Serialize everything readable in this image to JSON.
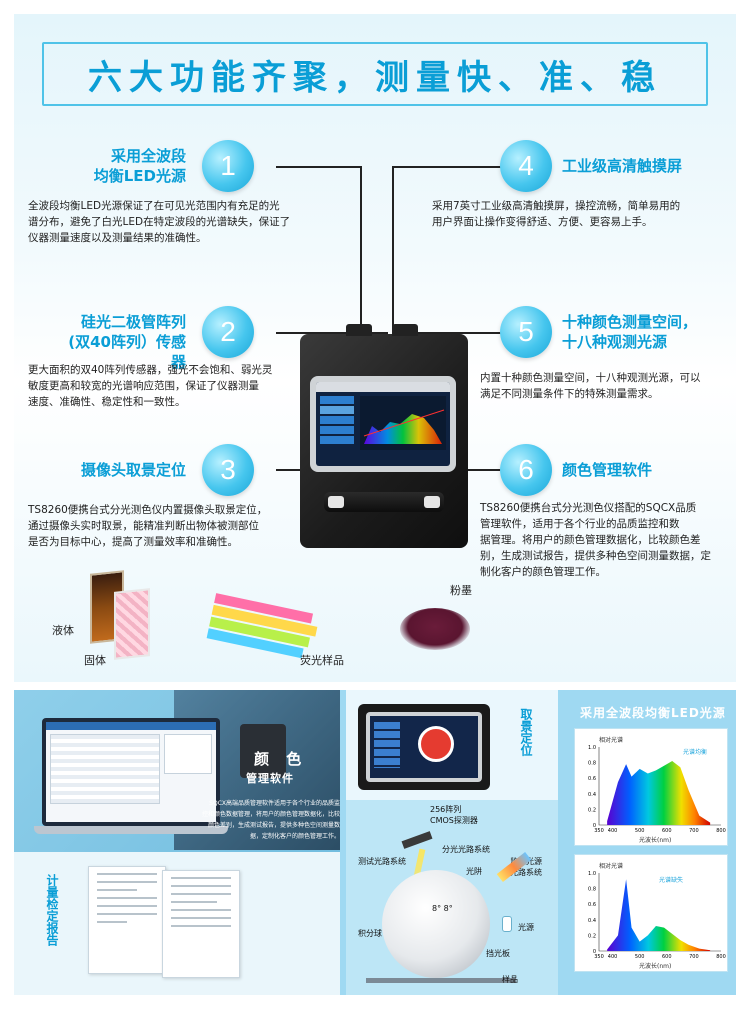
{
  "header": {
    "title": "六大功能齐聚，测量快、准、稳"
  },
  "features": [
    {
      "num": "1",
      "title_l1": "采用全波段",
      "title_l2": "均衡LED光源",
      "desc": [
        "全波段均衡LED光源保证了在可见光范围内有充足的光",
        "谱分布，避免了白光LED在特定波段的光谱缺失，保证了",
        "仪器测量速度以及测量结果的准确性。"
      ]
    },
    {
      "num": "2",
      "title_l1": "硅光二极管阵列",
      "title_l2": "(双40阵列）传感器",
      "desc": [
        "更大面积的双40阵列传感器，强光不会饱和、弱光灵",
        "敏度更高和较宽的光谱响应范围，保证了仪器测量",
        "速度、准确性、稳定性和一致性。"
      ]
    },
    {
      "num": "3",
      "title_l1": "摄像头取景定位",
      "desc": [
        "TS8260便携台式分光测色仪内置摄像头取景定位，",
        "通过摄像头实时取景，能精准判断出物体被测部位",
        "是否为目标中心，提高了测量效率和准确性。"
      ]
    },
    {
      "num": "4",
      "title_l1": "工业级高清触摸屏",
      "desc": [
        "采用7英寸工业级高清触摸屏，操控流畅，简单易用的",
        "用户界面让操作变得舒适、方便、更容易上手。"
      ]
    },
    {
      "num": "5",
      "title_l1": "十种颜色测量空间，",
      "title_l2": "十八种观测光源",
      "desc": [
        "内置十种颜色测量空间，十八种观测光源，可以",
        "满足不同测量条件下的特殊测量需求。"
      ]
    },
    {
      "num": "6",
      "title_l1": "颜色管理软件",
      "desc": [
        "TS8260便携台式分光测色仪搭配的SQCX品质",
        "管理软件，适用于各个行业的品质监控和数",
        "据管理。将用户的颜色管理数据化，比较颜色差",
        "别，生成测试报告，提供多种色空间测量数据，定",
        "制化客户的颜色管理工作。"
      ]
    }
  ],
  "samples": {
    "liquid": "液体",
    "solid": "固体",
    "fluorescent": "荧光样品",
    "powder": "粉墨"
  },
  "software": {
    "title": "颜 色",
    "subtitle": "管理软件",
    "desc": [
      "SQCX高端品质管理软件适用于各个行业的品质监",
      "控和颜色数据管理，将用户的颜色管理数据化，比较",
      "颜色差别，生成测试报告，提供多种色空间测量数",
      "据，定制化客户的颜色管理工作。"
    ]
  },
  "calibration": {
    "label": "计量检定报告"
  },
  "camera": {
    "label": "取景定位"
  },
  "optics": {
    "cmos": "256阵列\nCMOS探测器",
    "test_path": "测试光路系统",
    "split_path": "分光光路系统",
    "monitor_path": "监控光源\n光路系统",
    "trap": "光阱",
    "sphere": "积分球",
    "angle": "8°",
    "light_source": "光源",
    "baffle": "挡光板",
    "sample": "样品"
  },
  "spectrum": {
    "title": "采用全波段均衡LED光源",
    "chart_a_label": "相对光谱",
    "chart_a_note": "光谱均衡",
    "chart_b_label": "相对光谱",
    "chart_b_note": "光谱缺失",
    "xlabel": "光波长(nm)",
    "yticks": [
      "1.0",
      "0.8",
      "0.6",
      "0.4",
      "0.2",
      "0"
    ],
    "xticks": [
      "350",
      "400",
      "500",
      "600",
      "700",
      "800"
    ]
  },
  "chart_data": [
    {
      "type": "area",
      "title": "",
      "ylabel": "相对光谱",
      "xlabel": "光波长(nm)",
      "x": [
        380,
        420,
        450,
        470,
        500,
        530,
        560,
        590,
        620,
        650,
        680,
        720,
        760
      ],
      "series": [
        {
          "name": "光谱均衡",
          "values": [
            0.05,
            0.55,
            0.78,
            0.62,
            0.72,
            0.66,
            0.7,
            0.76,
            0.82,
            0.74,
            0.45,
            0.12,
            0.03
          ]
        }
      ],
      "xlim": [
        350,
        800
      ],
      "ylim": [
        0,
        1.0
      ]
    },
    {
      "type": "area",
      "title": "",
      "ylabel": "相对光谱",
      "xlabel": "光波长(nm)",
      "x": [
        380,
        420,
        450,
        470,
        500,
        530,
        560,
        590,
        620,
        650,
        680,
        720,
        760
      ],
      "series": [
        {
          "name": "光谱缺失",
          "values": [
            0.02,
            0.2,
            0.92,
            0.3,
            0.12,
            0.2,
            0.32,
            0.3,
            0.22,
            0.14,
            0.08,
            0.03,
            0.01
          ]
        }
      ],
      "xlim": [
        350,
        800
      ],
      "ylim": [
        0,
        1.0
      ]
    }
  ]
}
